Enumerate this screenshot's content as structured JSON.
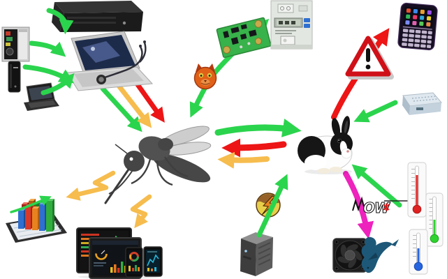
{
  "colors": {
    "background": "#ffffff",
    "arrow_green": "#2bd44d",
    "arrow_red": "#ed1515",
    "arrow_orange": "#f6bc4d",
    "arrow_magenta": "#ee22bd"
  },
  "labels": {
    "ow_logo": "OW"
  },
  "nodes": [
    {
      "id": "nas-box",
      "name": "black network storage box"
    },
    {
      "id": "pc-tower",
      "name": "desktop tower with open side panel"
    },
    {
      "id": "slim-pc",
      "name": "slim black desktop computer"
    },
    {
      "id": "mini-laptop",
      "name": "small dark laptop"
    },
    {
      "id": "diagnostic-laptop",
      "name": "laptop with stethoscope"
    },
    {
      "id": "sensor-pcb",
      "name": "green sensor circuit board"
    },
    {
      "id": "cat-face",
      "name": "orange cat face"
    },
    {
      "id": "electricity-meter",
      "name": "digital electricity meter with blue buttons"
    },
    {
      "id": "smartphone",
      "name": "dark smartphone with physical keyboard"
    },
    {
      "id": "warning-sign",
      "name": "red warning triangle with exclamation mark"
    },
    {
      "id": "mosquito",
      "name": "mosquito silhouette hub"
    },
    {
      "id": "rabbit",
      "name": "black and white rabbit hub"
    },
    {
      "id": "network-box",
      "name": "small pale blue network appliance"
    },
    {
      "id": "surge-ball",
      "name": "sphere with lightning bolt"
    },
    {
      "id": "ups-unit",
      "name": "grey UPS power box"
    },
    {
      "id": "ow-logo",
      "name": "1-Wire OW logo"
    },
    {
      "id": "thermometer-red",
      "name": "thermometer with high red reading"
    },
    {
      "id": "thermometer-green",
      "name": "thermometer with low green reading"
    },
    {
      "id": "thermometer-blue",
      "name": "thermometer with low blue reading"
    },
    {
      "id": "case-fan",
      "name": "black computer case fan"
    },
    {
      "id": "dolphin",
      "name": "dark blue dolphin"
    },
    {
      "id": "bar-chart-3d",
      "name": "colorful 3D bar chart on tablet"
    },
    {
      "id": "dashboard-screens",
      "name": "dark dashboards on monitor tablet and phones"
    }
  ],
  "edges": [
    {
      "from": "nas-box",
      "to": "diagnostic-laptop",
      "color": "green"
    },
    {
      "from": "pc-tower",
      "to": "diagnostic-laptop",
      "color": "green"
    },
    {
      "from": "slim-pc",
      "to": "diagnostic-laptop",
      "color": "green"
    },
    {
      "from": "mini-laptop",
      "to": "diagnostic-laptop",
      "color": "green"
    },
    {
      "from": "diagnostic-laptop",
      "to": "mosquito",
      "color": "green"
    },
    {
      "from": "diagnostic-laptop",
      "to": "mosquito",
      "color": "orange"
    },
    {
      "from": "diagnostic-laptop",
      "to": "mosquito",
      "color": "red"
    },
    {
      "from": "sensor-pcb",
      "to": "mosquito",
      "color": "green",
      "via": "cat-face"
    },
    {
      "from": "sensor-pcb",
      "to": "electricity-meter",
      "color": "green"
    },
    {
      "from": "mosquito",
      "to": "rabbit",
      "color": "green"
    },
    {
      "from": "rabbit",
      "to": "mosquito",
      "color": "red"
    },
    {
      "from": "rabbit",
      "to": "mosquito",
      "color": "orange"
    },
    {
      "from": "network-box",
      "to": "rabbit",
      "color": "green"
    },
    {
      "from": "thermometer-red",
      "to": "rabbit",
      "color": "green"
    },
    {
      "from": "ups-unit",
      "to": "rabbit",
      "color": "green",
      "via": "surge-ball"
    },
    {
      "from": "rabbit",
      "to": "smartphone",
      "color": "red",
      "via": "warning-sign"
    },
    {
      "from": "rabbit",
      "to": "dolphin",
      "color": "magenta",
      "via": "ow-logo"
    },
    {
      "from": "mosquito",
      "to": "bar-chart-3d",
      "color": "orange",
      "style": "zigzag"
    },
    {
      "from": "mosquito",
      "to": "dashboard-screens",
      "color": "orange",
      "style": "zigzag"
    }
  ]
}
